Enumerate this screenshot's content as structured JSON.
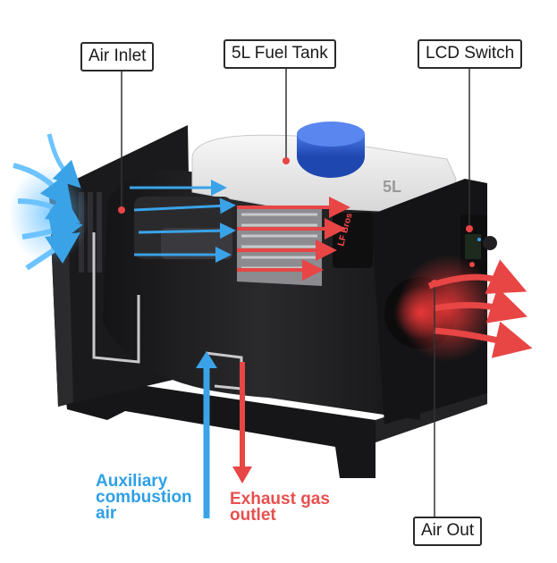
{
  "labels": {
    "air_inlet": "Air Inlet",
    "fuel_tank": "5L Fuel Tank",
    "lcd_switch": "LCD Switch",
    "air_out": "Air Out",
    "auxiliary_air_line1": "Auxiliary",
    "auxiliary_air_line2": "combustion",
    "auxiliary_air_line3": "air",
    "exhaust_line1": "Exhaust gas",
    "exhaust_line2": "outlet"
  },
  "tank_marking": "5L",
  "panel_marking": "LF Bros",
  "colors": {
    "cold_air": "#3aa3e8",
    "hot_air": "#e84545",
    "body": "#1c1c1e",
    "tank": "#ececec",
    "cap": "#2f5fd0",
    "callout_line": "#333333"
  }
}
